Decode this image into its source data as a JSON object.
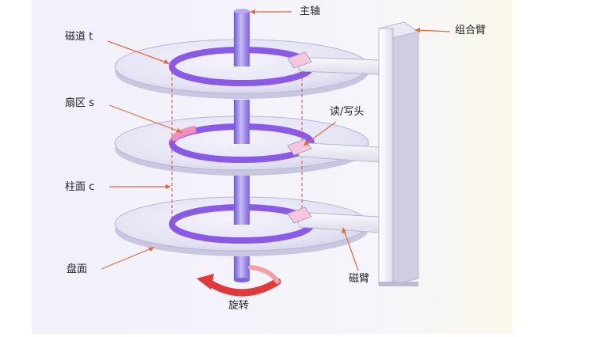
{
  "labels": {
    "spindle": "主轴",
    "track": "磁道 t",
    "sector": "扇区 s",
    "cylinder": "柱面 c",
    "platter": "盘面",
    "rotation": "旋转",
    "arm_assembly": "组合臂",
    "rw_head": "读/写头",
    "disk_arm": "磁臂"
  },
  "colors": {
    "background_panel": "#f4f2fa",
    "platter_fill": "#e4e3f3",
    "platter_edge": "#b9b6d6",
    "track": "#8a5ae6",
    "sector_highlight": "#ee8fc0",
    "spindle": "#9b84e8",
    "arm": "#f3f3fa",
    "head": "#f6c6df",
    "leader_line": "#e06a3c",
    "cylinder_line": "#e04a4a",
    "rotation_arrow": "#e23a3a"
  },
  "icons": {
    "rotation": "curved-arrow-icon"
  }
}
